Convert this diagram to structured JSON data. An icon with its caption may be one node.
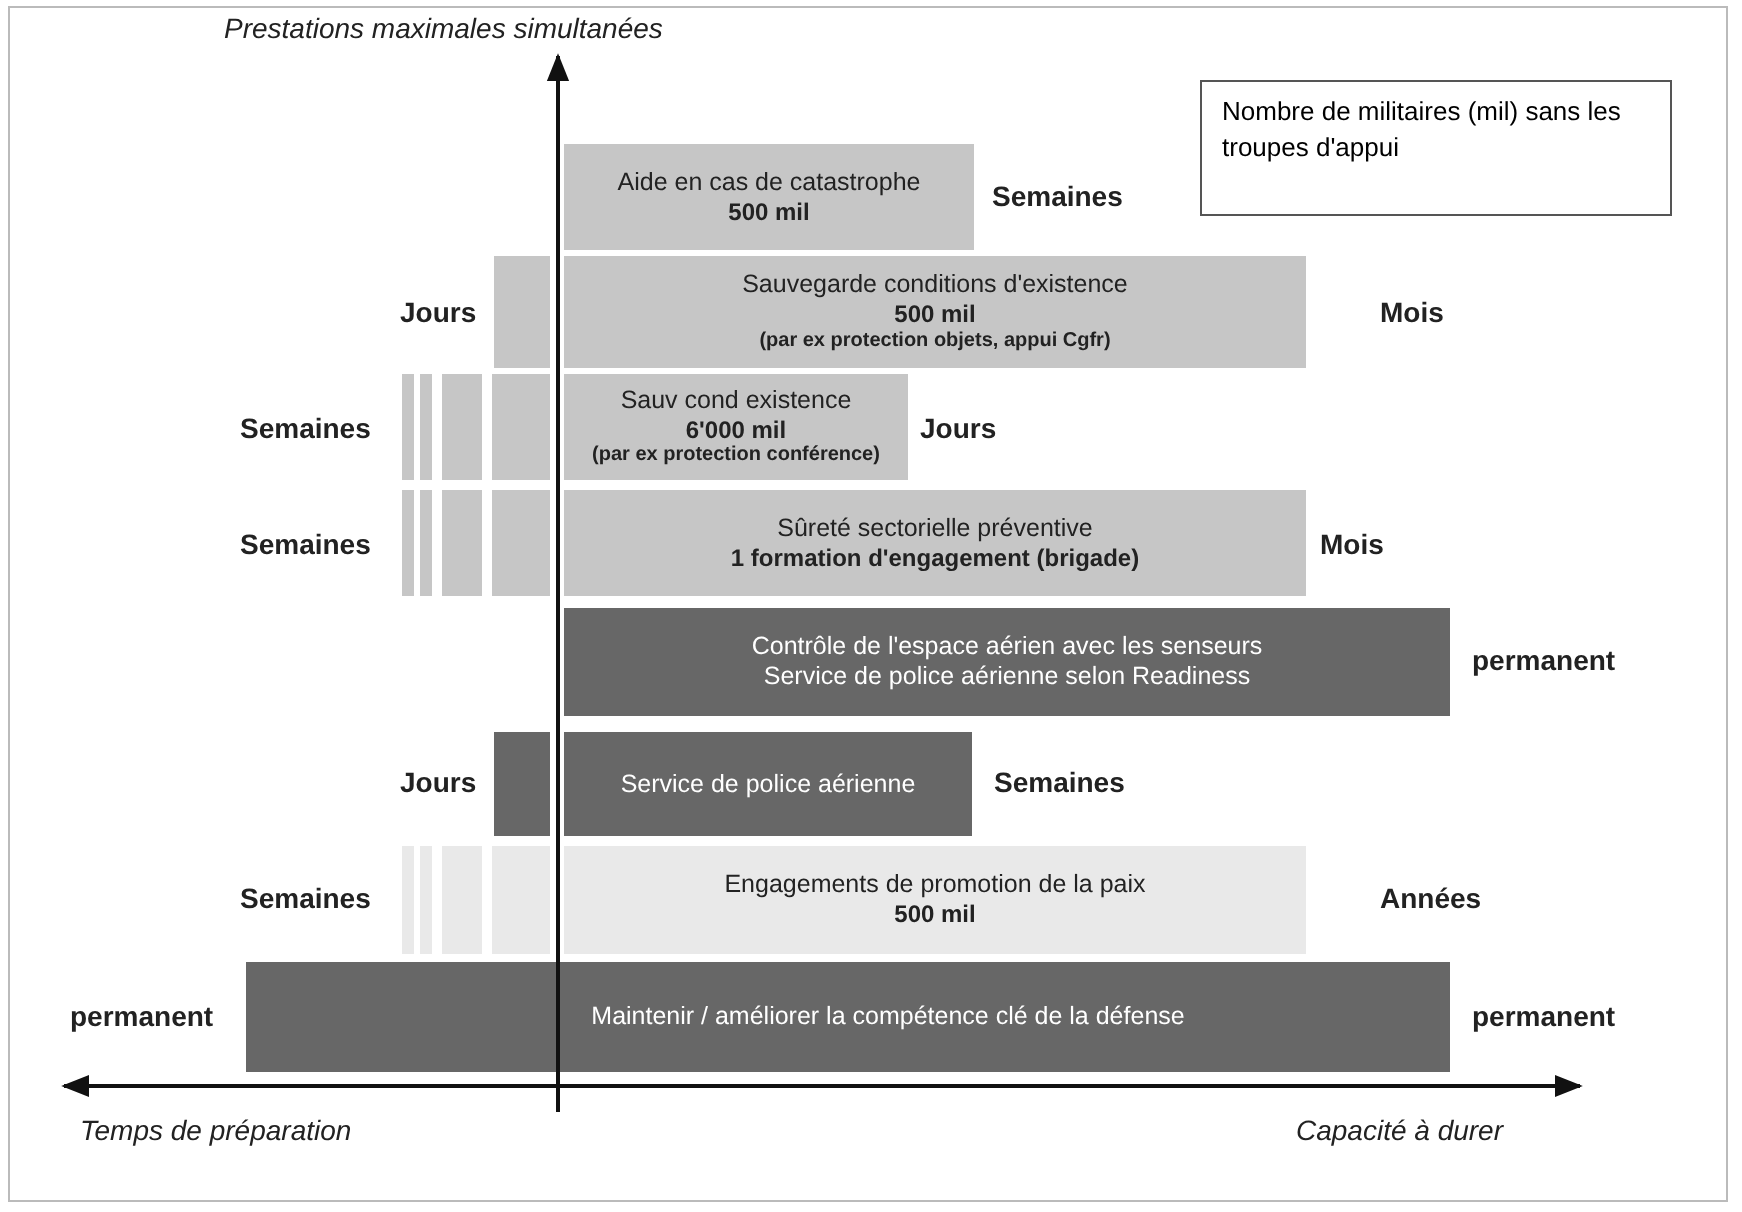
{
  "diagram": {
    "nodes": [
      {
        "text": [
          "Aide en cas de catastrophe",
          "500 mil"
        ],
        "beside": [
          "Semaines"
        ]
      },
      {
        "text": [
          "Sauvegarde conditions d'existence",
          "500 mil",
          "(par ex protection objets, appui Cgfr)"
        ],
        "beside": [
          "Mois"
        ]
      },
      {
        "text": [
          "Sauv cond existence",
          "6'000 mil",
          "(par ex protection conférence)"
        ],
        "beside": [
          "Jours"
        ]
      },
      {
        "text": [
          "Sûreté sectorielle préventive",
          "1 formation d'engagement (brigade)"
        ],
        "beside": [
          "Mois"
        ]
      },
      {
        "text": [
          "Contrôle de l'espace aérien avec les senseurs",
          "Service de police aérienne selon Readiness"
        ],
        "beside": [
          "permanent"
        ]
      },
      {
        "text": [
          "Service de police aérienne"
        ],
        "beside": [
          "Semaines"
        ]
      },
      {
        "text": [
          "Engagements de promotion de la paix",
          "500 mil"
        ],
        "beside": [
          "Années"
        ]
      },
      {
        "text": [
          "Maintenir / améliorer la compétence clé de la défense"
        ],
        "beside": [
          "permanent",
          "permanent"
        ]
      },
      {
        "text": [
          "Nombre de militaires (mil) sans les troupes d'appui"
        ]
      },
      {
        "text": [],
        "shape": "bar",
        "beside": [
          "Jours"
        ]
      },
      {
        "text": [],
        "shape": "bar",
        "beside": [
          "Semaines"
        ]
      },
      {
        "text": [],
        "shape": "bar"
      },
      {
        "text": [],
        "shape": "bar"
      },
      {
        "text": [],
        "shape": "bar"
      },
      {
        "text": [],
        "shape": "bar",
        "beside": [
          "Semaines"
        ]
      },
      {
        "text": [],
        "shape": "bar"
      },
      {
        "text": [],
        "shape": "bar"
      },
      {
        "text": [],
        "shape": "bar"
      },
      {
        "text": [],
        "shape": "bar",
        "beside": [
          "Jours"
        ]
      },
      {
        "text": [],
        "shape": "bar",
        "beside": [
          "Semaines"
        ]
      },
      {
        "text": [],
        "shape": "bar"
      },
      {
        "text": [],
        "shape": "bar"
      },
      {
        "text": [],
        "shape": "bar"
      }
    ],
    "edges": [],
    "labels": [
      "Prestations maximales simultanées",
      "Temps de préparation",
      "Capacité à durer"
    ]
  }
}
